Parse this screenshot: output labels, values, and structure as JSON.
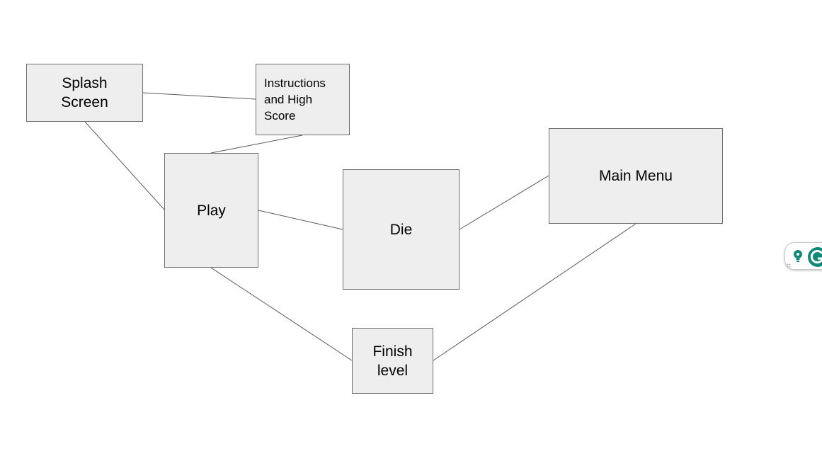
{
  "diagram": {
    "nodes": {
      "splash": "Splash\nScreen",
      "instructions": "Instructions\nand High\nScore",
      "play": "Play",
      "die": "Die",
      "main_menu": "Main Menu",
      "finish": "Finish\nlevel"
    },
    "colors": {
      "node_fill": "#eeeeee",
      "node_border": "#6f6f6f",
      "connector": "#595959"
    }
  },
  "side_widget": {
    "icons": [
      "lightbulb-icon",
      "grammar-check-icon",
      "drag-grip-icon"
    ],
    "accent": "#0f8a78"
  }
}
